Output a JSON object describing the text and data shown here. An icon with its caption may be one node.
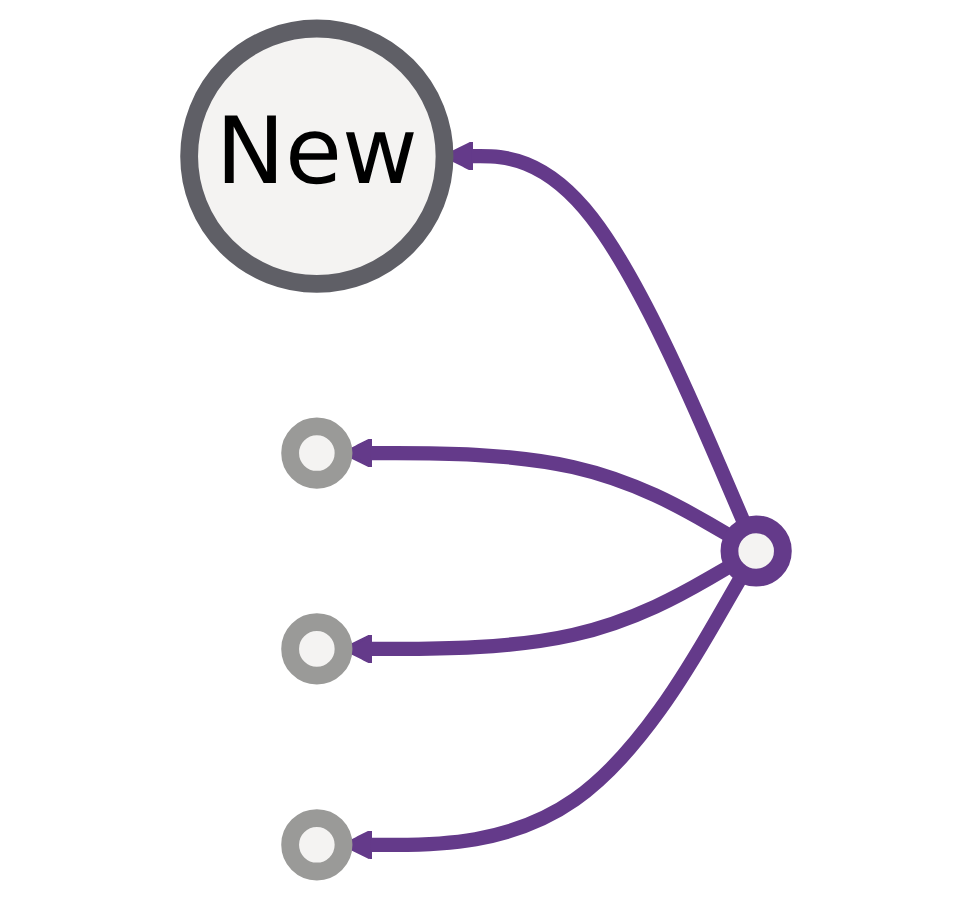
{
  "diagram": {
    "nodes": [
      {
        "text": [
          "New"
        ]
      },
      {
        "text": [],
        "shape": "circle"
      },
      {
        "text": [],
        "shape": "circle"
      },
      {
        "text": [],
        "shape": "circle"
      },
      {
        "text": [],
        "shape": "circle"
      }
    ],
    "edges": [
      {
        "from": 2,
        "to": 0,
        "arrow": "to"
      },
      {
        "from": 2,
        "to": 1,
        "arrow": "to"
      },
      {
        "from": 2,
        "to": 3,
        "arrow": "to"
      },
      {
        "from": 2,
        "to": 4,
        "arrow": "to"
      }
    ]
  }
}
